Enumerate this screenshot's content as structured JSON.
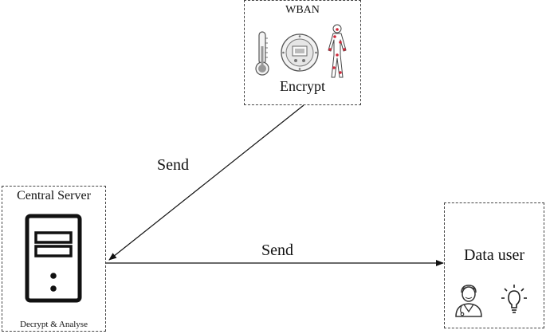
{
  "wban": {
    "title": "WBAN",
    "action": "Encrypt",
    "icons": [
      "thermometer-icon",
      "sensor-device-icon",
      "body-sensors-icon"
    ]
  },
  "central_server": {
    "title": "Central Server",
    "caption": "Decrypt & Analyse",
    "icons": [
      "server-tower-icon"
    ]
  },
  "data_user": {
    "title": "Data user",
    "icons": [
      "doctor-icon",
      "lightbulb-icon"
    ]
  },
  "arrows": [
    {
      "from": "wban",
      "to": "central_server",
      "label": "Send"
    },
    {
      "from": "central_server",
      "to": "data_user",
      "label": "Send"
    }
  ],
  "colors": {
    "line": "#111111",
    "border": "#444444",
    "sensor_dot": "#d0283a"
  }
}
